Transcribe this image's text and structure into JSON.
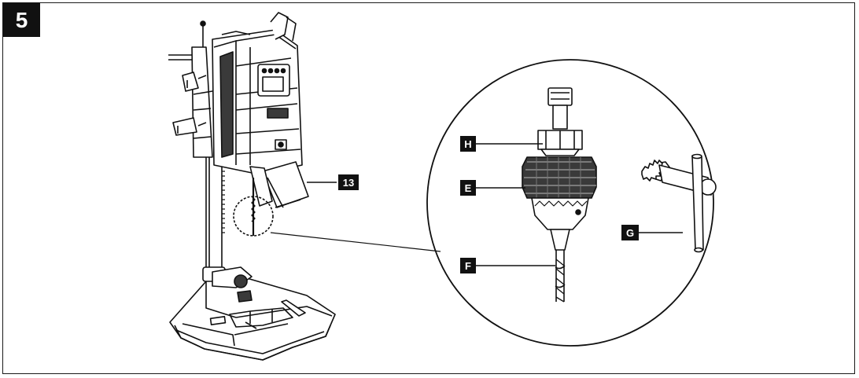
{
  "figure": {
    "number": "5"
  },
  "callouts": {
    "c13": "13",
    "cH": "H",
    "cE": "E",
    "cF": "F",
    "cG": "G"
  },
  "colors": {
    "ink": "#111111",
    "paper": "#ffffff",
    "shade": "#3a3a3a"
  }
}
